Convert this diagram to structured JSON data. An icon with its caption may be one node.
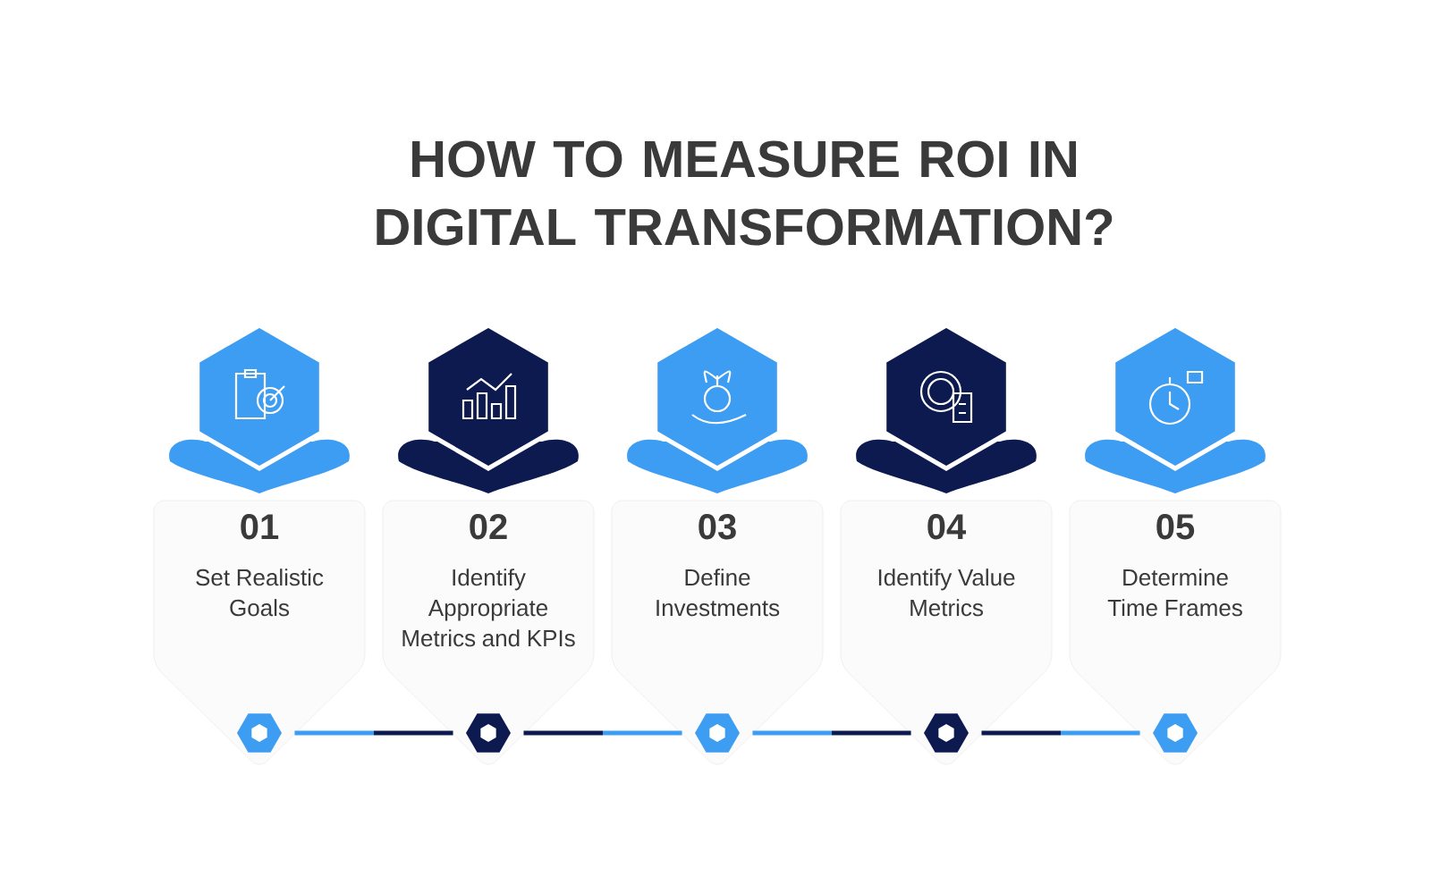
{
  "diagram": {
    "title": "HOW TO MEASURE ROI IN DIGITAL TRANSFORMATION?",
    "nodes": [
      {
        "text": [
          "01",
          "Set Realistic Goals"
        ]
      },
      {
        "text": [
          "02",
          "Identify Appropriate Metrics and KPIs"
        ]
      },
      {
        "text": [
          "03",
          "Define Investments"
        ]
      },
      {
        "text": [
          "04",
          "Identify Value Metrics"
        ]
      },
      {
        "text": [
          "05",
          "Determine Time Frames"
        ]
      },
      {
        "text": [],
        "shape": "hexagon",
        "in": 0
      },
      {
        "text": [],
        "shape": "hexagon",
        "in": 1
      },
      {
        "text": [],
        "shape": "hexagon",
        "in": 2
      },
      {
        "text": [],
        "shape": "hexagon",
        "in": 3
      },
      {
        "text": [],
        "shape": "hexagon",
        "in": 4
      }
    ],
    "edges": [
      {
        "from": 5,
        "to": 6,
        "arrow": "none"
      },
      {
        "from": 6,
        "to": 7,
        "arrow": "none",
        "color": "#0c1a4f"
      },
      {
        "from": 7,
        "to": 8,
        "arrow": "none"
      },
      {
        "from": 8,
        "to": 9,
        "arrow": "none",
        "color": "#0c1a4f"
      }
    ]
  }
}
